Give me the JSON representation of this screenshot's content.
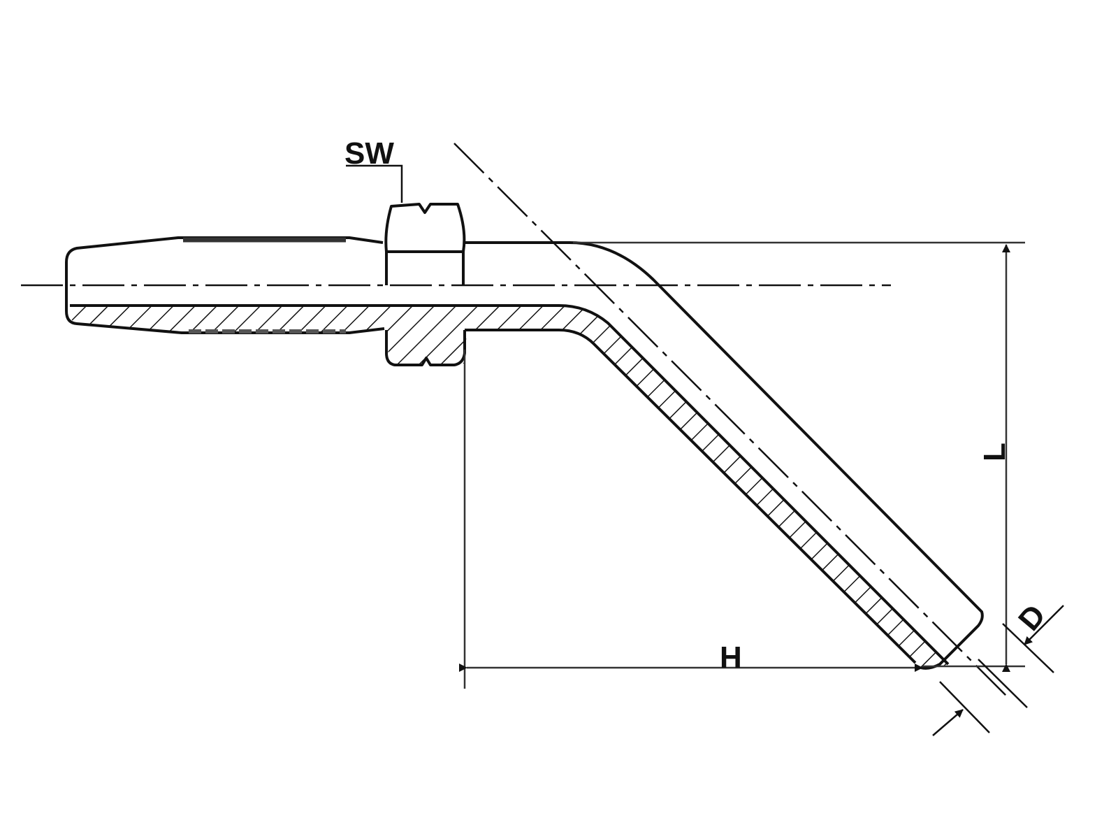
{
  "drawing": {
    "nut_label": "SW",
    "length_label": "L",
    "height_label": "H",
    "diameter_label": "D"
  },
  "colors": {
    "line": "#111111",
    "dimension": "#333333",
    "background": "#ffffff"
  }
}
